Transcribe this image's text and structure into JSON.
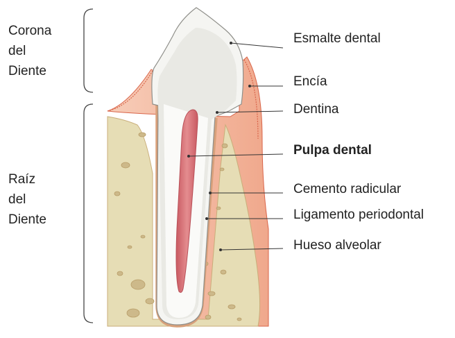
{
  "groups": {
    "crown": [
      "Corona",
      "del",
      "Diente"
    ],
    "root": [
      "Raíz",
      "del",
      "Diente"
    ]
  },
  "labels": [
    {
      "text": "Esmalte dental",
      "bold": false
    },
    {
      "text": "Encía",
      "bold": false
    },
    {
      "text": "Dentina",
      "bold": false
    },
    {
      "text": "Pulpa dental",
      "bold": true
    },
    {
      "text": "Cemento radicular",
      "bold": false
    },
    {
      "text": "Ligamento periodontal",
      "bold": false
    },
    {
      "text": "Hueso alveolar",
      "bold": false
    }
  ],
  "colors": {
    "gum": "#f2b39a",
    "gum_light": "#f7cdb9",
    "gum_edge": "#d9654a",
    "bone": "#e6ddb5",
    "bone_spot": "#cdb98a",
    "enamel": "#f5f5f2",
    "dentin": "#e9e9e4",
    "pulp": "#d9757a",
    "leader": "#333333"
  }
}
